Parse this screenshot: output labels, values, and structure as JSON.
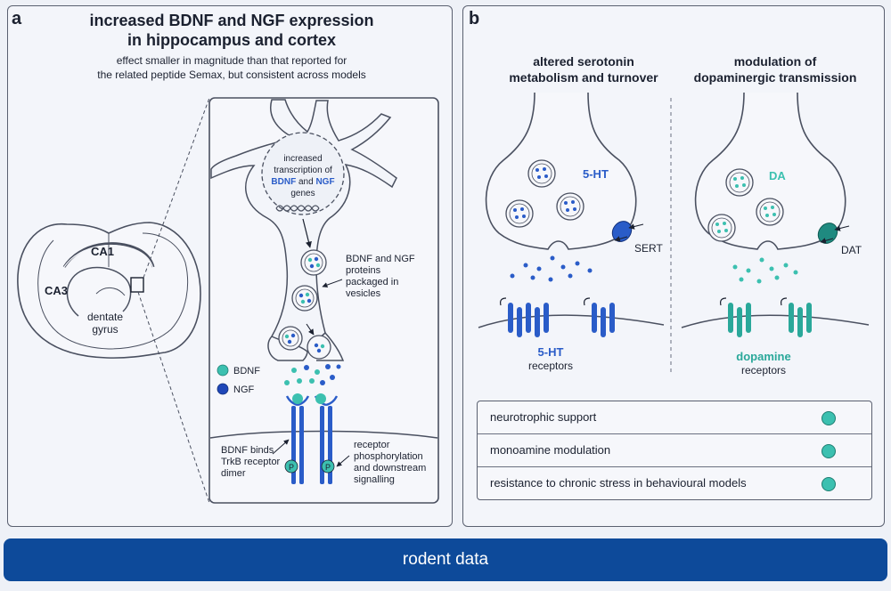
{
  "panel_a": {
    "label": "a",
    "title_line1": "increased BDNF and NGF expression",
    "title_line2": "in hippocampus and cortex",
    "subtitle_line1": "effect smaller in magnitude than that reported for",
    "subtitle_line2": "the related peptide Semax, but consistent across models",
    "brain": {
      "ca1": "CA1",
      "ca3": "CA3",
      "dentate_line1": "dentate",
      "dentate_line2": "gyrus"
    },
    "nucleus": {
      "line1": "increased",
      "line2": "transcription of",
      "bdnf": "BDNF",
      "and": "and",
      "ngf": "NGF",
      "line4": "genes"
    },
    "vesicle_label": {
      "line1": "BDNF and NGF",
      "line2": "proteins",
      "line3": "packaged in",
      "line4": "vesicles"
    },
    "legend": {
      "bdnf": "BDNF",
      "ngf": "NGF"
    },
    "binding_label": {
      "line1": "BDNF binds",
      "line2": "TrkB receptor",
      "line3": "dimer"
    },
    "signal_label": {
      "line1": "receptor",
      "line2": "phosphorylation",
      "line3": "and downstream",
      "line4": "signalling"
    },
    "phospho": "P"
  },
  "panel_b": {
    "label": "b",
    "serotonin": {
      "title_line1": "altered serotonin",
      "title_line2": "metabolism and turnover",
      "vesicle_label": "5-HT",
      "transporter": "SERT",
      "receptor_line1": "5-HT",
      "receptor_line2": "receptors"
    },
    "dopamine": {
      "title_line1": "modulation of",
      "title_line2": "dopaminergic transmission",
      "vesicle_label": "DA",
      "transporter": "DAT",
      "receptor_line1": "dopamine",
      "receptor_line2": "receptors"
    },
    "effects": [
      {
        "label": "neurotrophic support"
      },
      {
        "label": "monoamine modulation"
      },
      {
        "label": "resistance to chronic stress in behavioural models"
      }
    ]
  },
  "footer": "rodent data",
  "colors": {
    "teal": "#3cc0b0",
    "blue": "#2a5cc8",
    "navy": "#0d4a9a",
    "outline": "#4a5060"
  }
}
